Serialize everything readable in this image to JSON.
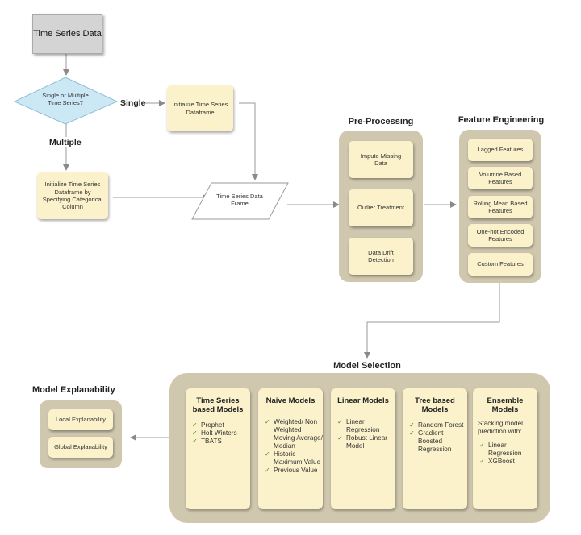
{
  "nodes": {
    "time_series_data": "Time Series Data",
    "decision": "Single or Multiple Time Series?",
    "single_label": "Single",
    "multiple_label": "Multiple",
    "init_single": "Initialize Time Series Dataframe",
    "init_multiple": "Initialize Time Series Dataframe by Specifying Categorical Column",
    "ts_frame": "Time Series Data Frame"
  },
  "preprocessing": {
    "title": "Pre-Processing",
    "items": [
      "Impute Missing Data",
      "Outlier Treatment",
      "Data Drift Detection"
    ]
  },
  "feature_engineering": {
    "title": "Feature Engineering",
    "items": [
      "Lagged Features",
      "Volumne Based Features",
      "Rolling Mean Based Features",
      "One-hot Encoded Features",
      "Custom Features"
    ]
  },
  "model_selection": {
    "title": "Model Selection",
    "columns": [
      {
        "title": "Time Series based Models",
        "items": [
          "Prophet",
          "Holt Winters",
          "TBATS"
        ]
      },
      {
        "title": "Naive Models",
        "items": [
          "Weighted/ Non Weighted Moving Average/ Median",
          "Historic Maximum Value",
          "Previous Value"
        ]
      },
      {
        "title": "Linear Models",
        "items": [
          "Linear Regression",
          "Robust Linear Model"
        ]
      },
      {
        "title": "Tree based Models",
        "items": [
          "Random Forest",
          "Gradient Boosted Regression"
        ]
      },
      {
        "title": "Ensemble Models",
        "intro": "Stacking model prediction with:",
        "items": [
          "Linear Regression",
          "XGBoost"
        ]
      }
    ]
  },
  "explainability": {
    "title": "Model Explanability",
    "items": [
      "Local Explanability",
      "Global Explanability"
    ]
  }
}
